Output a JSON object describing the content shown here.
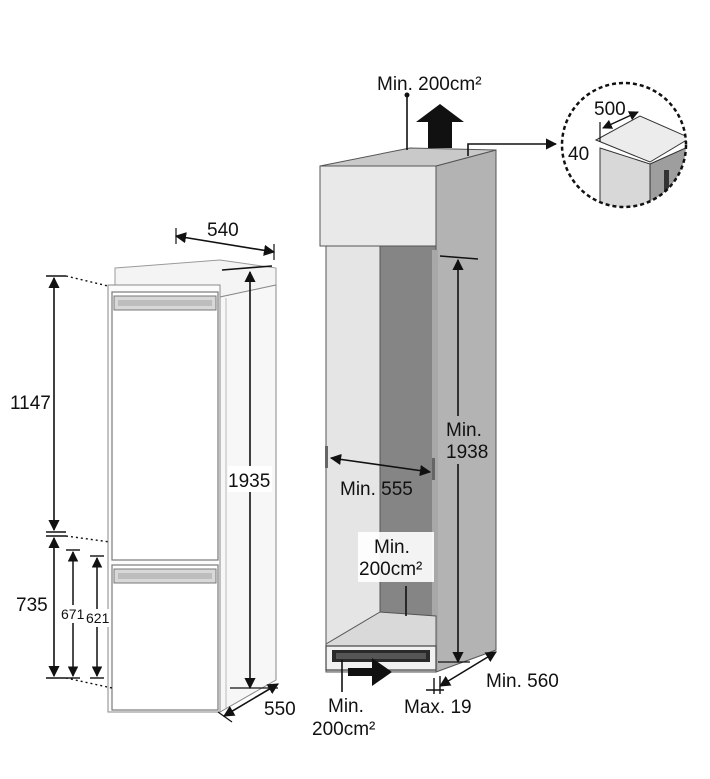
{
  "dimensions": {
    "fridge_width": "540",
    "fridge_height": "1935",
    "fridge_depth": "550",
    "top_section_height": "1147",
    "bottom_section_height": "735",
    "freezer_door_a": "671",
    "freezer_door_b": "621",
    "top_vent_area": "Min. 200cm²",
    "detail_width": "500",
    "detail_depth": "40",
    "niche_width": "Min. 555",
    "niche_height_line1": "Min.",
    "niche_height_line2": "1938",
    "rear_vent_line1": "Min.",
    "rear_vent_line2": "200cm²",
    "niche_depth": "Min. 560",
    "bottom_vent_line1": "Min.",
    "bottom_vent_line2": "200cm²",
    "gap": "Max. 19"
  },
  "colors": {
    "line": "#1a1a1a",
    "panel_light": "#f2f2f2",
    "panel_mid": "#d4d4d4",
    "panel_dark": "#9a9a9a",
    "panel_darkest": "#6f6f6f",
    "arrow": "#111111"
  }
}
